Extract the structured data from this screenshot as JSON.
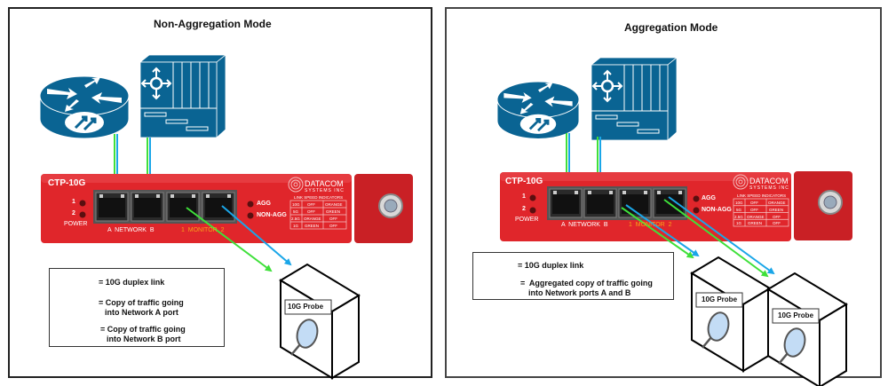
{
  "colors": {
    "cisco_blue": "#0a6493",
    "chassis_red": "#e0262b",
    "link_green": "#3fe03a",
    "link_blue": "#1aa6e8",
    "monitor_label": "#f7a21b"
  },
  "left_panel": {
    "title": "Non-Aggregation Mode",
    "devices": {
      "router_icon": "router-icon",
      "switch_icon": "multilayer-switch-icon"
    },
    "tap": {
      "model": "CTP-10G",
      "brand_line1": "DATACOM",
      "brand_line2": "SYSTEMS INC",
      "led_labels": [
        "1",
        "2"
      ],
      "power_label": "POWER",
      "network_label": "A  NETWORK  B",
      "monitor_label": "1  MONITOR  2",
      "agg_label": "AGG",
      "non_agg_label": "NON-AGG",
      "speed_table_title": "LINK SPEED INDICATORS",
      "speed_table": [
        [
          "10G",
          "OFF",
          "ORANGE"
        ],
        [
          "5G",
          "OFF",
          "GREEN"
        ],
        [
          "2.5G",
          "ORANGE",
          "OFF"
        ],
        [
          "1G",
          "GREEN",
          "OFF"
        ]
      ]
    },
    "legend": [
      {
        "icon": "duplex-link-icon",
        "text": "= 10G duplex link"
      },
      {
        "icon": "green-arrow-icon",
        "text_line1": "= Copy of traffic going",
        "text_line2": "into Network A port"
      },
      {
        "icon": "blue-arrow-icon",
        "text_line1": "= Copy of traffic going",
        "text_line2": "into Network B port"
      }
    ],
    "probes": [
      {
        "label": "10G Probe"
      }
    ]
  },
  "right_panel": {
    "title": "Aggregation Mode",
    "tap": {
      "model": "CTP-10G",
      "brand_line1": "DATACOM",
      "brand_line2": "SYSTEMS INC",
      "led_labels": [
        "1",
        "2"
      ],
      "power_label": "POWER",
      "network_label": "A  NETWORK  B",
      "monitor_label": "1  MONITOR  2",
      "agg_label": "AGG",
      "non_agg_label": "NON-AGG",
      "speed_table_title": "LINK SPEED INDICATORS",
      "speed_table": [
        [
          "10G",
          "OFF",
          "ORANGE"
        ],
        [
          "5G",
          "OFF",
          "GREEN"
        ],
        [
          "2.5G",
          "ORANGE",
          "OFF"
        ],
        [
          "1G",
          "GREEN",
          "OFF"
        ]
      ]
    },
    "legend": [
      {
        "icon": "duplex-link-icon",
        "text": "= 10G duplex link"
      },
      {
        "icon": "dual-arrow-icon",
        "text_line1": "=  Aggregated copy of traffic going",
        "text_line2": "into Network ports A and B"
      }
    ],
    "probes": [
      {
        "label": "10G Probe"
      },
      {
        "label": "10G Probe"
      }
    ]
  }
}
